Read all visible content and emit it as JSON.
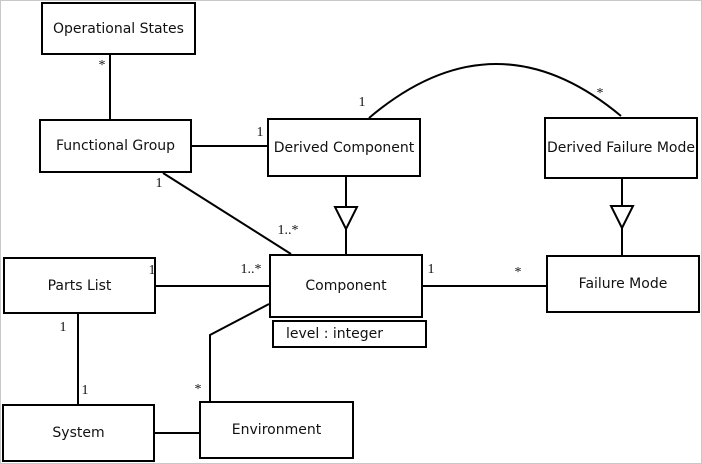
{
  "diagram": {
    "type": "uml-class-diagram",
    "colors": {
      "background": "#ffffff",
      "line": "#000000",
      "box_fill": "#ffffff",
      "text": "#111111"
    },
    "classes": {
      "operational_states": {
        "label": "Operational States"
      },
      "functional_group": {
        "label": "Functional Group"
      },
      "derived_component": {
        "label": "Derived Component"
      },
      "derived_failure_mode": {
        "label": "Derived Failure Mode"
      },
      "parts_list": {
        "label": "Parts List"
      },
      "component": {
        "label": "Component",
        "attribute": "level : integer"
      },
      "failure_mode": {
        "label": "Failure Mode"
      },
      "system": {
        "label": "System"
      },
      "environment": {
        "label": "Environment"
      }
    },
    "multiplicities": {
      "os_fg_star": "*",
      "fg_dc_one": "1",
      "dc_arc_one": "1",
      "dfm_arc_star": "*",
      "fg_comp_one": "1",
      "fg_comp_many": "1..*",
      "pl_comp_one": "1",
      "pl_comp_many": "1..*",
      "comp_fm_one": "1",
      "comp_fm_star": "*",
      "pl_sys_one_top": "1",
      "pl_sys_one_bottom": "1",
      "comp_env_star": "*"
    },
    "relations": [
      "Operational States * — Functional Group",
      "Functional Group 1 — Derived Component",
      "Derived Component 1 — * Derived Failure Mode (arc)",
      "Functional Group 1 — 1..* Component",
      "Derived Component —|> Component (generalization)",
      "Derived Failure Mode —|> Failure Mode (generalization)",
      "Parts List 1 — 1..* Component",
      "Component 1 — * Failure Mode",
      "Parts List 1 — 1 System",
      "System — Environment",
      "Component — * Environment"
    ]
  }
}
